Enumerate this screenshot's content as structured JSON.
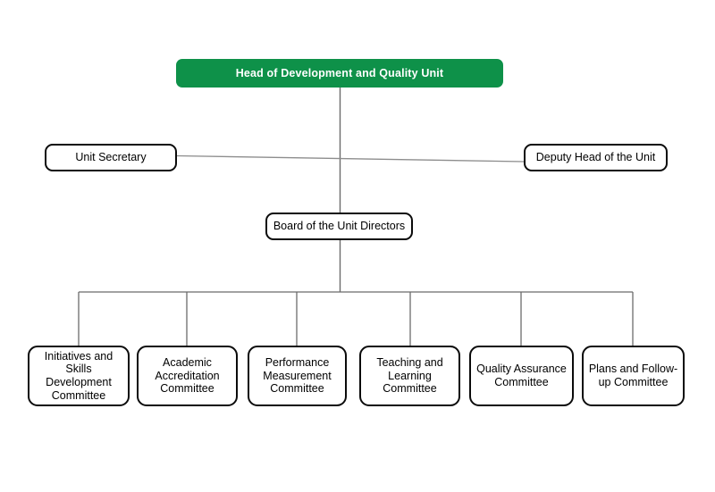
{
  "chart": {
    "type": "organization-chart",
    "title": "Head of Development and Quality Unit",
    "colors": {
      "root_fill": "#0e9149",
      "root_text": "#ffffff",
      "box_border": "#0b0b0b",
      "box_fill": "#ffffff",
      "box_text": "#000000",
      "connector": "#6b6b6b",
      "background": "#ffffff"
    }
  },
  "nodes": {
    "root": {
      "label": "Head of Development and Quality Unit",
      "level": "level-1"
    },
    "secretary": {
      "label": "Unit Secretary",
      "level": "level-2"
    },
    "deputy": {
      "label": "Deputy Head of the Unit",
      "level": "level-2"
    },
    "board": {
      "label": "Board of the Unit Directors",
      "level": "level-3"
    }
  },
  "committees": [
    {
      "label": "Initiatives and\nSkills\nDevelopment\nCommittee"
    },
    {
      "label": "Academic\nAccreditation\nCommittee"
    },
    {
      "label": "Performance\nMeasurement\nCommittee"
    },
    {
      "label": "Teaching and\nLearning\nCommittee"
    },
    {
      "label": "Quality Assurance\nCommittee"
    },
    {
      "label": "Plans and Follow-\nup Committee"
    }
  ]
}
